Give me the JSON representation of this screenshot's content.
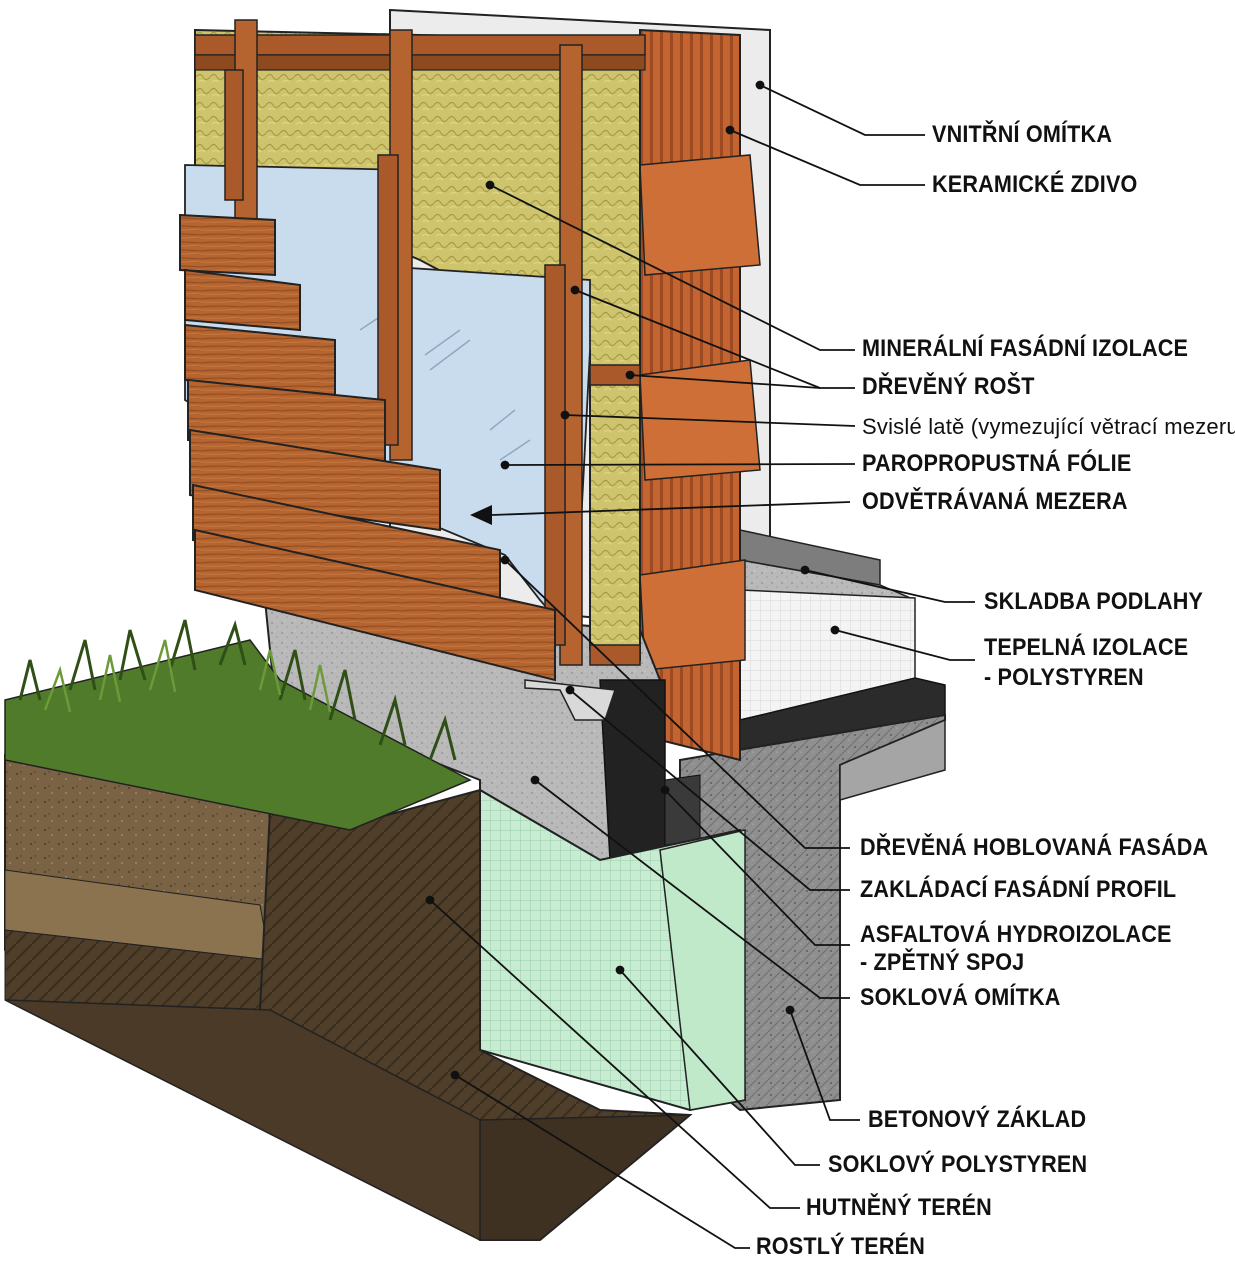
{
  "colors": {
    "wood_light": "#b5642f",
    "wood_dark": "#7a3a17",
    "mineral_wool": "#cfc46e",
    "foil": "#c9dcee",
    "brick": "#c46431",
    "plaster": "#ececec",
    "concrete": "#b8b8b8",
    "xps_green": "#bfe9c9",
    "eps_white": "#f3f3f3",
    "asphalt": "#2a2a2a",
    "soil_top": "#6f5537",
    "soil_dark": "#4a3a27",
    "grass": "#4f7b2a",
    "leader": "#111111"
  },
  "labels": [
    {
      "id": "vnitrni_omitka",
      "text": "VNITŘNÍ OMÍTKA"
    },
    {
      "id": "keramicke_zdivo",
      "text": "KERAMICKÉ ZDIVO"
    },
    {
      "id": "mineralni_izolace",
      "text": "MINERÁLNÍ FASÁDNÍ IZOLACE"
    },
    {
      "id": "dreveny_rost",
      "text": "DŘEVĚNÝ ROŠT"
    },
    {
      "id": "svisle_late",
      "text": "Svislé latě (vymezující větrací mezeru)"
    },
    {
      "id": "paropropustna_folie",
      "text": "PAROPROPUSTNÁ FÓLIE"
    },
    {
      "id": "odvetravana_mezera",
      "text": "ODVĚTRÁVANÁ MEZERA"
    },
    {
      "id": "skladba_podlahy",
      "text": "SKLADBA PODLAHY"
    },
    {
      "id": "tepelna_izolace_1",
      "text": "TEPELNÁ IZOLACE"
    },
    {
      "id": "tepelna_izolace_2",
      "text": "- POLYSTYREN"
    },
    {
      "id": "drevena_fasada",
      "text": "DŘEVĚNÁ HOBLOVANÁ FASÁDA"
    },
    {
      "id": "zakladaci_profil",
      "text": "ZAKLÁDACÍ FASÁDNÍ PROFIL"
    },
    {
      "id": "asfaltova_1",
      "text": "ASFALTOVÁ HYDROIZOLACE"
    },
    {
      "id": "asfaltova_2",
      "text": "- ZPĚTNÝ SPOJ"
    },
    {
      "id": "soklova_omitka",
      "text": "SOKLOVÁ OMÍTKA"
    },
    {
      "id": "betonovy_zaklad",
      "text": "BETONOVÝ ZÁKLAD"
    },
    {
      "id": "soklovy_polystyren",
      "text": "SOKLOVÝ POLYSTYREN"
    },
    {
      "id": "hutneny_teren",
      "text": "HUTNĚNÝ TERÉN"
    },
    {
      "id": "rostly_teren",
      "text": "ROSTLÝ TERÉN"
    }
  ]
}
